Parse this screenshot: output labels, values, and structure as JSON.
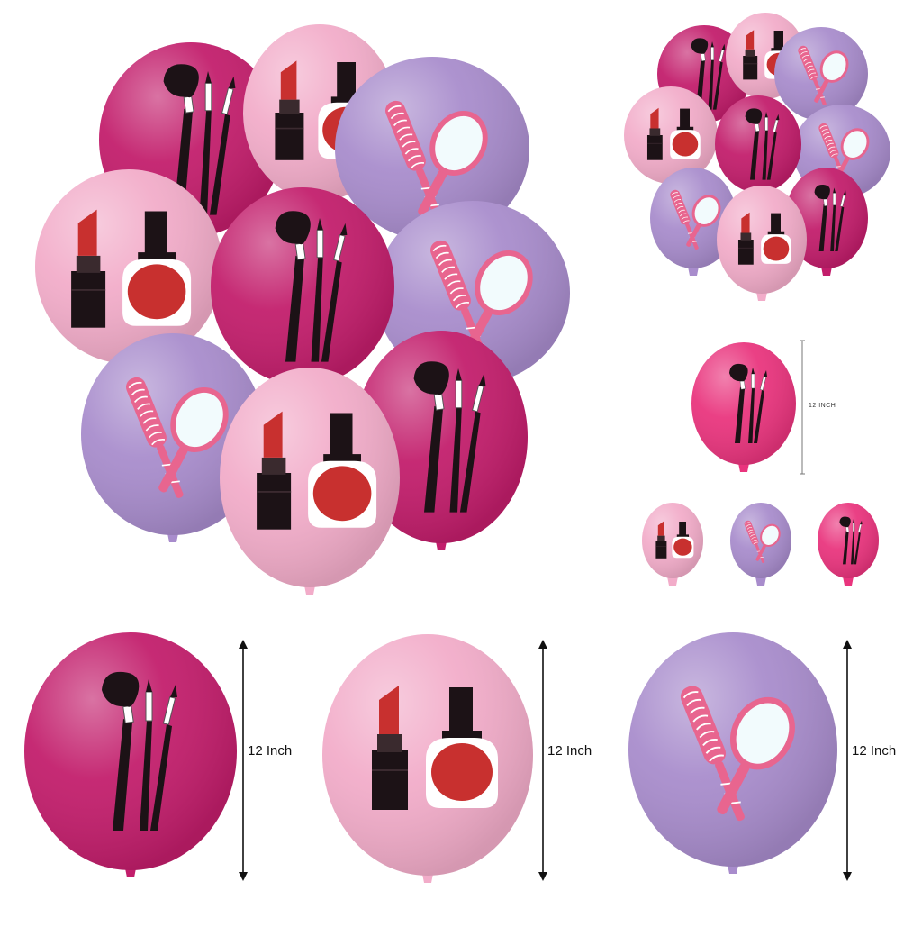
{
  "colors": {
    "magenta": "#c21d6b",
    "hot_pink": "#e9347d",
    "light_pink": "#f2acc9",
    "lavender": "#a88ccc",
    "lipstick_red": "#c8302f",
    "cosmetic_black": "#1c1216",
    "brush_pink": "#e8658f",
    "mirror_glass": "#f2fbfd"
  },
  "balloon_types": [
    "makeup-brushes",
    "lipstick-and-nail-polish",
    "hairbrush-and-mirror"
  ],
  "size_labels": {
    "small_chart": "12 INCH",
    "brush_balloon": "12 Inch",
    "lipstick_balloon": "12 Inch",
    "mirror_balloon": "12 Inch"
  }
}
